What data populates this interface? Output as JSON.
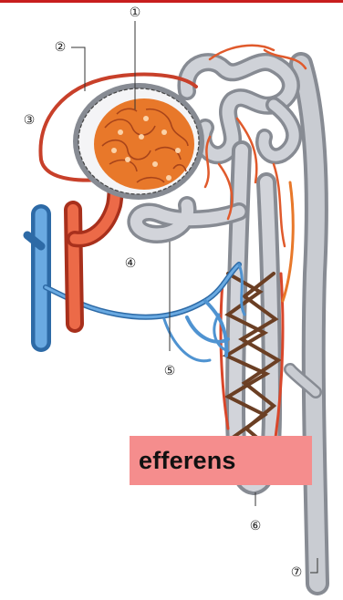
{
  "colors": {
    "artery": "#d9472b",
    "artery_dark": "#a8301c",
    "vein": "#4f93d1",
    "vein_dark": "#2d6aa6",
    "tubule": "#b9bcc3",
    "tubule_dark": "#878b93",
    "capillary": "#e8782a",
    "network_brown": "#6b3f24",
    "top_rule": "#c81e1e",
    "label_box": "#f58d8d"
  },
  "callouts": [
    "①",
    "②",
    "③",
    "④",
    "⑤",
    "⑥",
    "⑦"
  ],
  "label": {
    "text": "efferens"
  }
}
